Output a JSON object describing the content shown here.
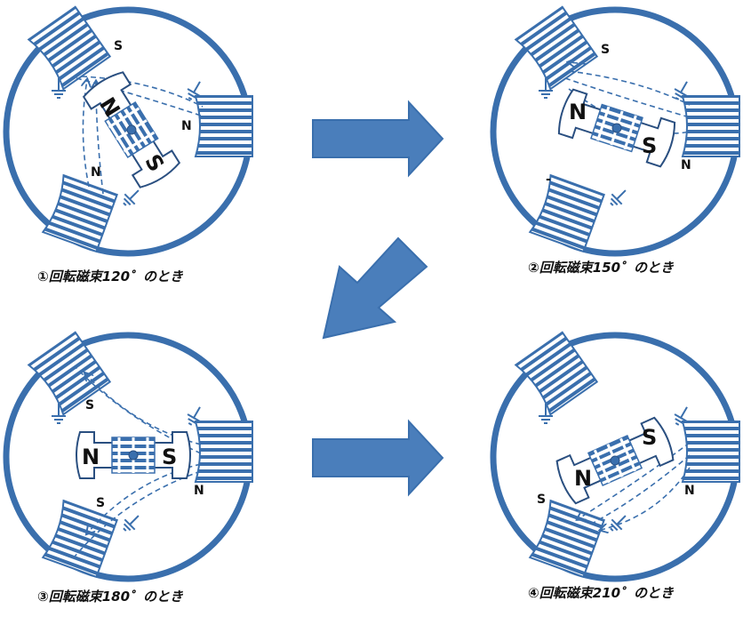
{
  "panels": [
    {
      "caption": "①回転磁束120゜のとき",
      "rotor_n": "N",
      "rotor_s": "S",
      "pole_labels": [
        "S",
        "N",
        "N"
      ]
    },
    {
      "caption": "②回転磁束150゜のとき",
      "rotor_n": "N",
      "rotor_s": "S",
      "pole_labels": [
        "S",
        "N",
        "-"
      ]
    },
    {
      "caption": "③回転磁束180゜のとき",
      "rotor_n": "N",
      "rotor_s": "S",
      "pole_labels": [
        "S",
        "N",
        "S"
      ]
    },
    {
      "caption": "④回転磁束210゜のとき",
      "rotor_n": "N",
      "rotor_s": "S",
      "pole_labels": [
        "S",
        "N"
      ]
    }
  ],
  "colors": {
    "stroke": "#3a6fad",
    "arrow_fill": "#4a7ebb",
    "arrow_stroke": "#3a6fad",
    "stripe": "#3a6fad"
  }
}
